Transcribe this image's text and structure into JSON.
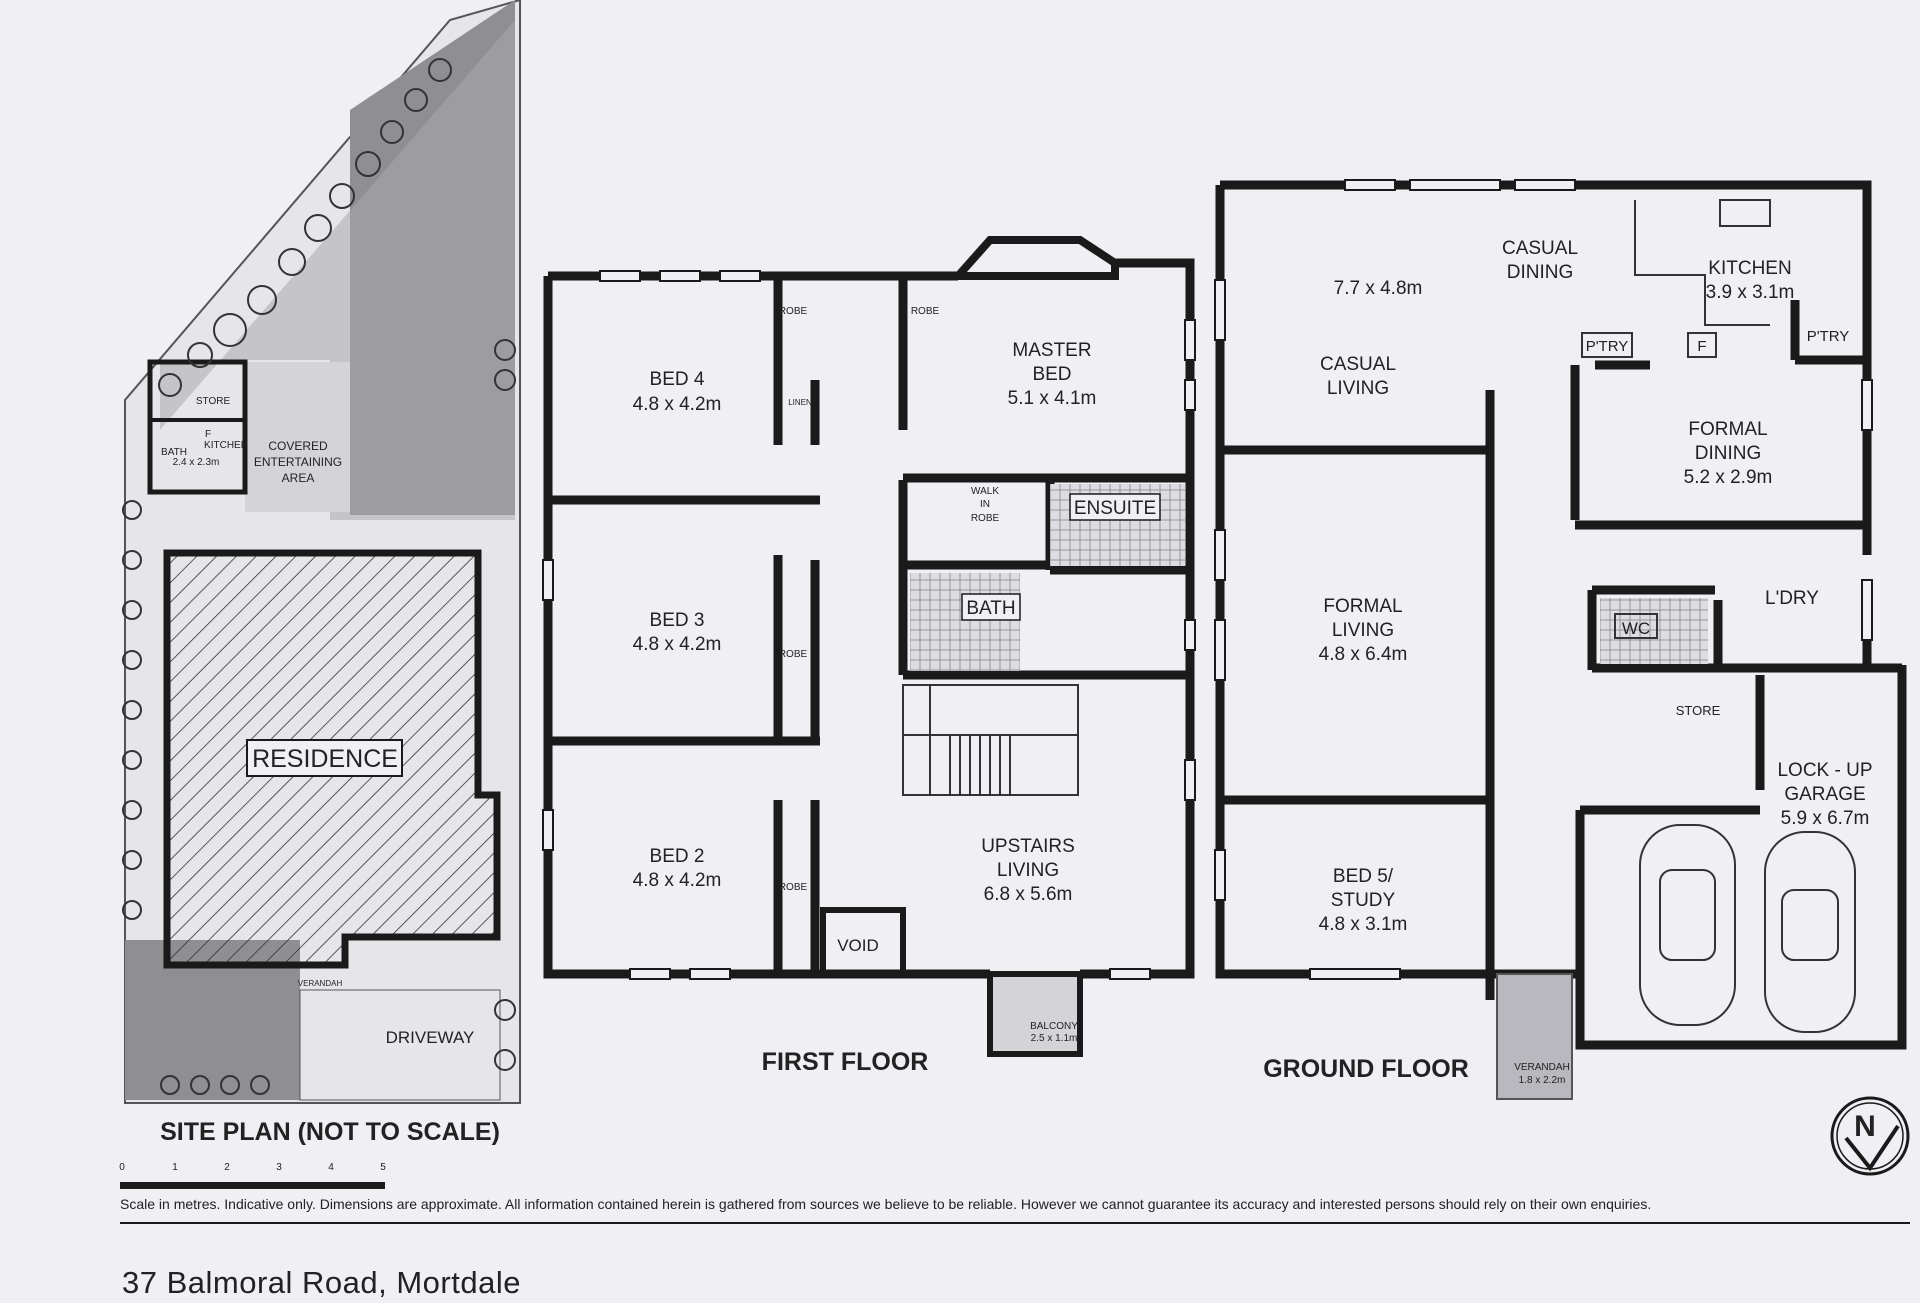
{
  "site_plan": {
    "title": "SITE PLAN (NOT TO SCALE)",
    "residence": "RESIDENCE",
    "store": "STORE",
    "kitchen": "KITCHEN",
    "kitchen_dim": "2.4 x 2.3m",
    "covered_line1": "COVERED",
    "covered_line2": "ENTERTAINING",
    "covered_line3": "AREA",
    "driveway": "DRIVEWAY",
    "verandah": "VERANDAH",
    "fridge": "F",
    "bath": "BATH"
  },
  "scale": {
    "ticks": [
      "0",
      "1",
      "2",
      "3",
      "4",
      "5"
    ]
  },
  "first_floor": {
    "title": "FIRST FLOOR",
    "bed4_name": "BED 4",
    "bed4_dim": "4.8 x 4.2m",
    "bed3_name": "BED 3",
    "bed3_dim": "4.8 x 4.2m",
    "bed2_name": "BED 2",
    "bed2_dim": "4.8 x 4.2m",
    "master_line1": "MASTER",
    "master_line2": "BED",
    "master_dim": "5.1 x 4.1m",
    "walk_line1": "WALK",
    "walk_line2": "IN",
    "walk_line3": "ROBE",
    "ensuite": "ENSUITE",
    "bath": "BATH",
    "upstairs_line1": "UPSTAIRS",
    "upstairs_line2": "LIVING",
    "upstairs_dim": "6.8 x 5.6m",
    "void": "VOID",
    "balcony": "BALCONY",
    "balcony_dim": "2.5 x 1.1m",
    "robe": "ROBE",
    "linen": "LINEN"
  },
  "ground_floor": {
    "title": "GROUND FLOOR",
    "casual_dining_line1": "CASUAL",
    "casual_dining_line2": "DINING",
    "casual_dim": "7.7 x 4.8m",
    "casual_living_line1": "CASUAL",
    "casual_living_line2": "LIVING",
    "kitchen": "KITCHEN",
    "kitchen_dim": "3.9 x 3.1m",
    "pantry": "P'TRY",
    "fridge": "F",
    "formal_dining_line1": "FORMAL",
    "formal_dining_line2": "DINING",
    "formal_dining_dim": "5.2 x 2.9m",
    "formal_living_line1": "FORMAL",
    "formal_living_line2": "LIVING",
    "formal_living_dim": "4.8 x 6.4m",
    "laundry": "L'DRY",
    "wc": "WC",
    "store": "STORE",
    "garage_line1": "LOCK - UP",
    "garage_line2": "GARAGE",
    "garage_dim": "5.9 x 6.7m",
    "bed5_line1": "BED 5/",
    "bed5_line2": "STUDY",
    "bed5_dim": "4.8 x 3.1m",
    "verandah": "VERANDAH",
    "verandah_dim": "1.8 x 2.2m"
  },
  "compass": {
    "north": "N"
  },
  "disclaimer": "Scale in metres. Indicative only. Dimensions are approximate. All information contained herein is gathered from sources we believe to be reliable. However we cannot guarantee its accuracy and interested persons should rely on their own enquiries.",
  "address": "37 Balmoral Road, Mortdale",
  "colors": {
    "wall": "#1a1a1a",
    "paper": "#efeff4",
    "shade": "#8e8e93"
  }
}
